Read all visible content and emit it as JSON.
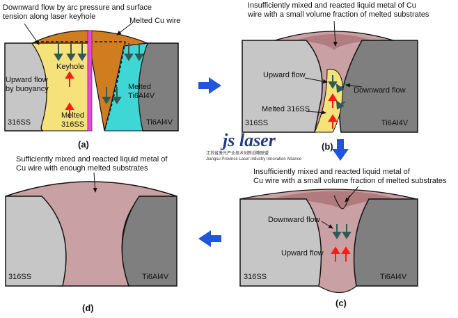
{
  "panel_a": {
    "title_line1": "Downward flow by arc pressure and surface",
    "title_line2": "tension along laser keyhole",
    "melted_cu_wire": "Melted Cu wire",
    "keyhole": "Keyhole",
    "upward_flow_line1": "Upward flow",
    "upward_flow_line2": "by buoyancy",
    "melted_ti_line1": "Melted",
    "melted_ti_line2": "Ti6Al4V",
    "melted_ss_line1": "Melted",
    "melted_ss_line2": "316SS",
    "left_material": "316SS",
    "right_material": "Ti6Al4V",
    "caption": "(a)"
  },
  "panel_b": {
    "title_line1": "Insufficiently mixed and reacted liquid metal of Cu",
    "title_line2": "wire with a small volume fraction of melted substrates",
    "upward_flow": "Upward flow",
    "downward_flow": "Downward flow",
    "melted_ss": "Melted 316SS",
    "left_material": "316SS",
    "right_material": "Ti6Al4V",
    "caption": "(b)"
  },
  "panel_c": {
    "title_line1": "Insufficiently mixed and reacted liquid metal of",
    "title_line2": "Cu wire with a small volume fraction of melted substrates",
    "downward_flow": "Downward flow",
    "upward_flow": "Upward flow",
    "left_material": "316SS",
    "right_material": "Ti6Al4V",
    "caption": "(c)"
  },
  "panel_d": {
    "title_line1": "Sufficiently mixed and reacted liquid metal of",
    "title_line2": "Cu wire with enough melted substrates",
    "left_material": "316SS",
    "right_material": "Ti6Al4V",
    "caption": "(d)"
  },
  "watermark": {
    "brand": "js laser",
    "sub_cn": "江苏省激光产业技术创新战略联盟",
    "sub_en": "Jiangsu Province Laser Industry Innovation Alliance"
  },
  "colors": {
    "ss": "#c6c6c6",
    "ti": "#7f7f7f",
    "cu_melt": "#cf7d1f",
    "mixed_melt": "#c9a0a4",
    "mixed_dark": "#a86e70",
    "melted_ss": "#f5e27a",
    "melted_ti": "#3fd6d6",
    "laser": "#e84ad8",
    "arrow_red": "#ff1a1a",
    "arrow_dark": "#2f5a55",
    "arrow_blue": "#2255dd"
  }
}
